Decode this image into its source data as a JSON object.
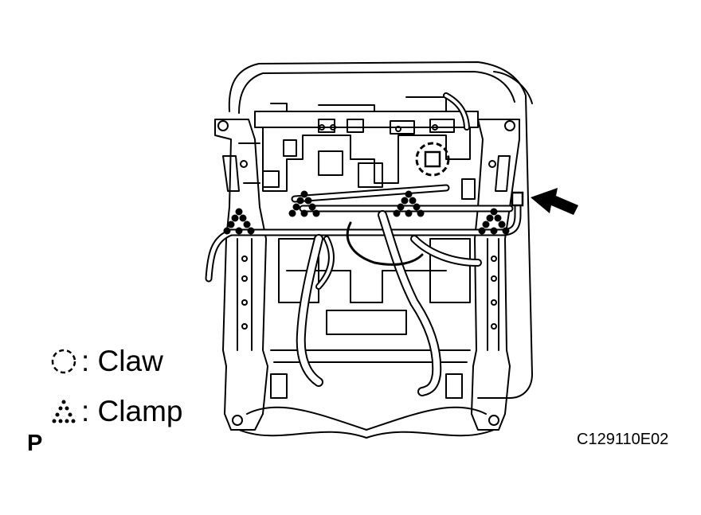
{
  "legend": {
    "claw": {
      "symbol": "dashed-circle-icon",
      "label": ": Claw"
    },
    "clamp": {
      "symbol": "dotted-triangle-icon",
      "label": ": Clamp"
    }
  },
  "page_mark": "P",
  "figure_code": "C129110E02",
  "colors": {
    "line": "#000000",
    "background": "#ffffff"
  }
}
